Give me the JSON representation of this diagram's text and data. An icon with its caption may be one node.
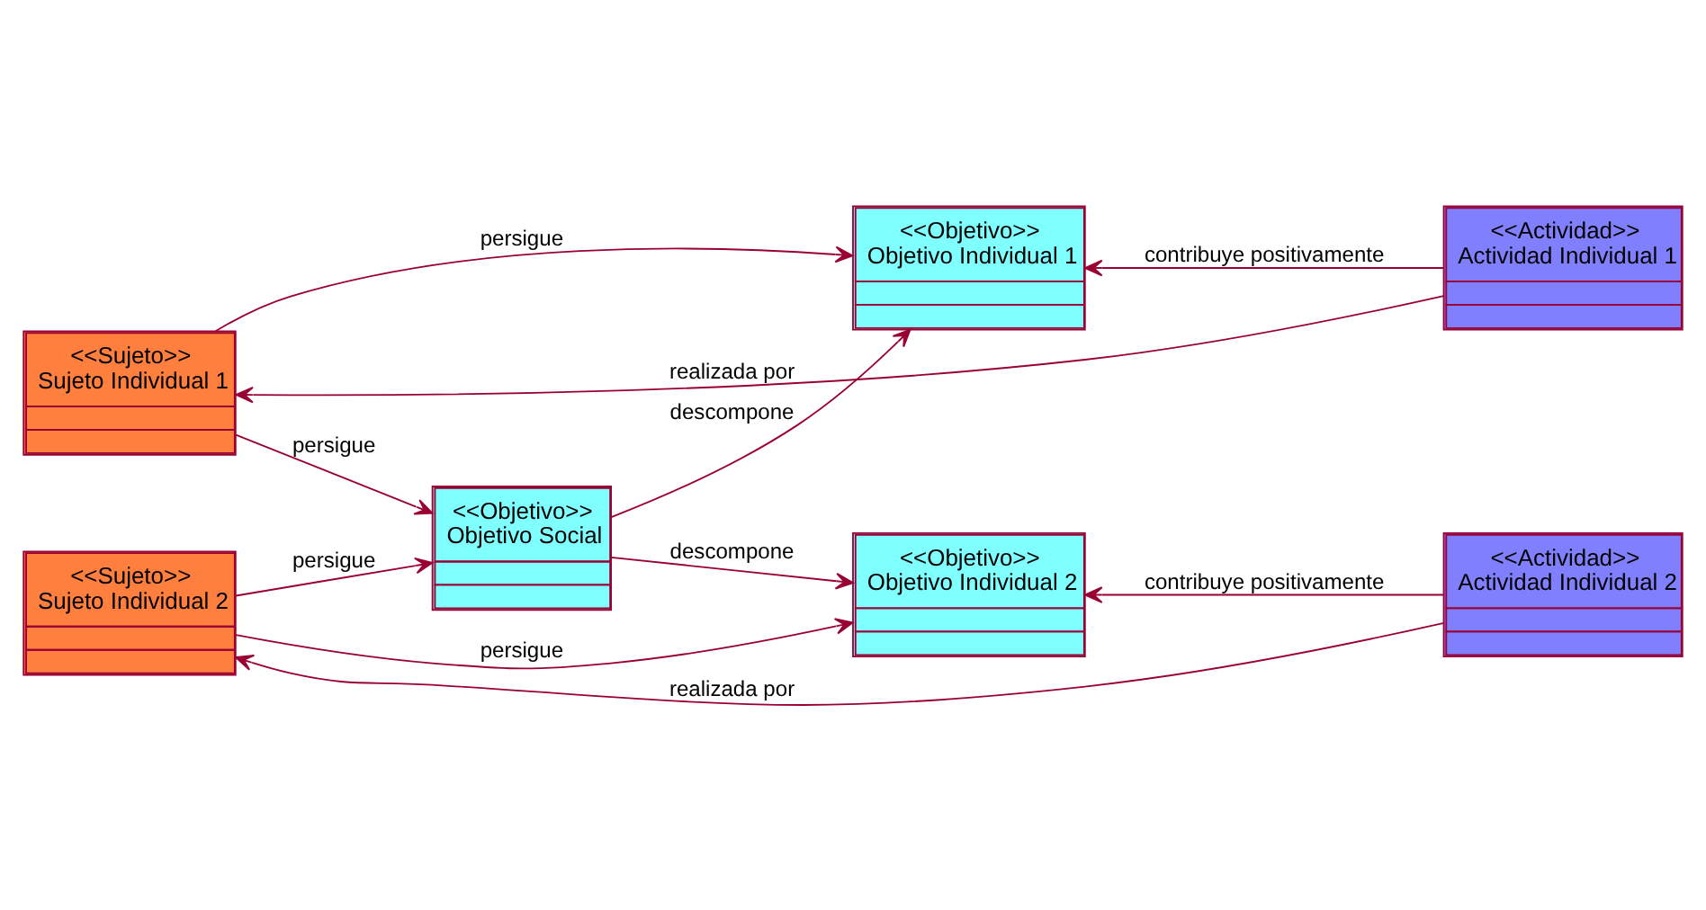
{
  "diagram": {
    "nodes": [
      {
        "text": [
          "<<Sujeto>>",
          "Sujeto Individual 1"
        ]
      },
      {
        "text": [
          "<<Objetivo>>",
          "Objetivo Individual 1"
        ]
      },
      {
        "text": [
          "<<Actividad>>",
          "Actividad Individual 1"
        ]
      },
      {
        "text": [
          "<<Objetivo>>",
          "Objetivo Social"
        ]
      },
      {
        "text": [
          "<<Sujeto>>",
          "Sujeto Individual 2"
        ]
      },
      {
        "text": [
          "<<Objetivo>>",
          "Objetivo Individual 2"
        ]
      },
      {
        "text": [
          "<<Actividad>>",
          "Actividad Individual 2"
        ]
      }
    ],
    "edges": [
      {
        "from": 2,
        "to": 0,
        "arrow": "to",
        "label": "realizada por"
      },
      {
        "from": 0,
        "to": 1,
        "arrow": "to",
        "label": "persigue"
      },
      {
        "from": 2,
        "to": 1,
        "arrow": "to",
        "label": "contribuye positivamente"
      },
      {
        "from": 0,
        "to": 3,
        "arrow": "to",
        "label": "persigue"
      },
      {
        "from": 3,
        "to": 1,
        "arrow": "to",
        "label": "descompone"
      },
      {
        "from": 4,
        "to": 3,
        "arrow": "to",
        "label": "persigue"
      },
      {
        "from": 3,
        "to": 5,
        "arrow": "to",
        "label": "descompone"
      },
      {
        "from": 4,
        "to": 5,
        "arrow": "to",
        "label": "persigue"
      },
      {
        "from": 6,
        "to": 5,
        "arrow": "to",
        "label": "contribuye positivamente"
      },
      {
        "from": 6,
        "to": 4,
        "arrow": "to",
        "label": "realizada por"
      }
    ]
  }
}
